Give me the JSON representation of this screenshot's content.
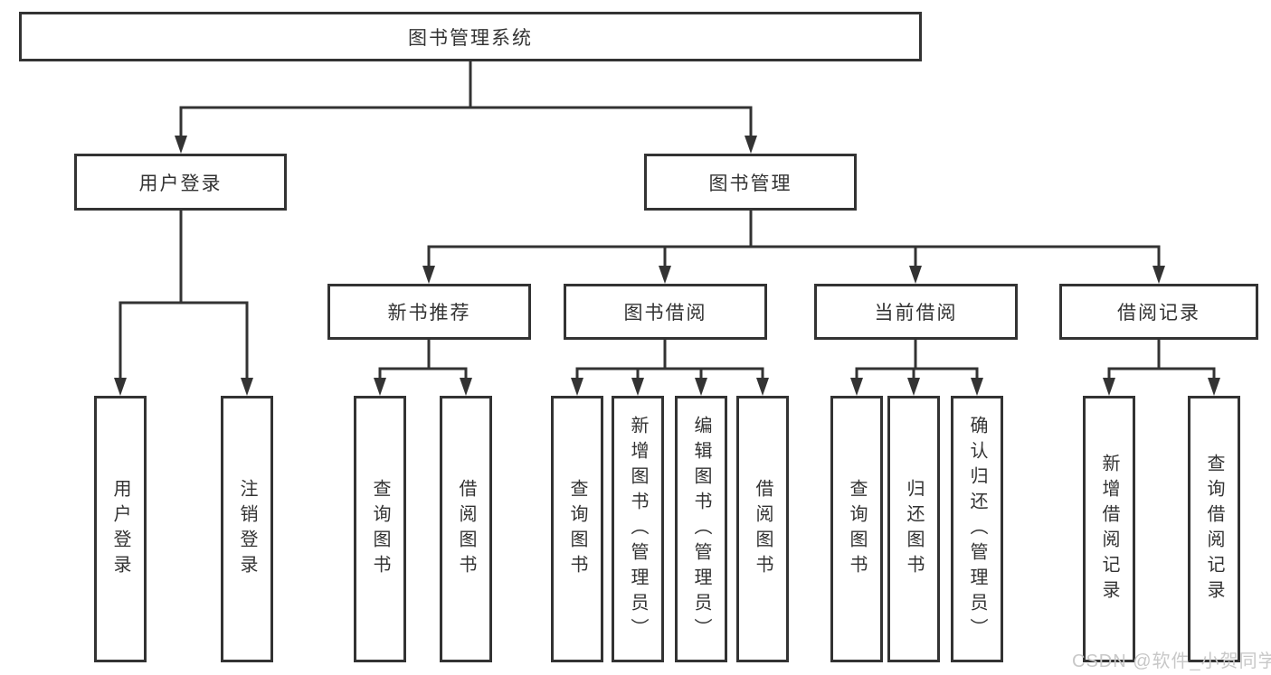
{
  "diagram_title": "图书管理系统",
  "colors": {
    "line": "#333333",
    "box_border": "#333333",
    "text": "#333333",
    "background": "#ffffff",
    "watermark": "#c8c8c8"
  },
  "watermark": {
    "text": "CSDN @软件_小贺同学"
  },
  "nodes": {
    "root": {
      "label": "图书管理系统"
    },
    "userLogin": {
      "label": "用户登录"
    },
    "bookMgmt": {
      "label": "图书管理"
    },
    "newBookRec": {
      "label": "新书推荐"
    },
    "bookBorrow": {
      "label": "图书借阅"
    },
    "currentBorrow": {
      "label": "当前借阅"
    },
    "borrowRecords": {
      "label": "借阅记录"
    },
    "leafUserLogin": {
      "label": "用户登录"
    },
    "leafLogout": {
      "label": "注销登录"
    },
    "leafQueryBooks1": {
      "label": "查询图书"
    },
    "leafBorrowBooks1": {
      "label": "借阅图书"
    },
    "leafQueryBooks2": {
      "label": "查询图书"
    },
    "leafAddBook": {
      "label": "新增图书（管理员）"
    },
    "leafEditBook": {
      "label": "编辑图书（管理员）"
    },
    "leafBorrowBooks2": {
      "label": "借阅图书"
    },
    "leafQueryBooks3": {
      "label": "查询图书"
    },
    "leafReturnBook": {
      "label": "归还图书"
    },
    "leafConfirmReturn": {
      "label": "确认归还（管理员）"
    },
    "leafAddBorrowRecord": {
      "label": "新增借阅记录"
    },
    "leafQueryBorrowRecord": {
      "label": "查询借阅记录"
    }
  },
  "edges": [
    {
      "from": "图书管理系统",
      "to": [
        "用户登录",
        "图书管理"
      ]
    },
    {
      "from": "用户登录",
      "to": [
        "用户登录",
        "注销登录"
      ]
    },
    {
      "from": "图书管理",
      "to": [
        "新书推荐",
        "图书借阅",
        "当前借阅",
        "借阅记录"
      ]
    },
    {
      "from": "新书推荐",
      "to": [
        "查询图书",
        "借阅图书"
      ]
    },
    {
      "from": "图书借阅",
      "to": [
        "查询图书",
        "新增图书（管理员）",
        "编辑图书（管理员）",
        "借阅图书"
      ]
    },
    {
      "from": "当前借阅",
      "to": [
        "查询图书",
        "归还图书",
        "确认归还（管理员）"
      ]
    },
    {
      "from": "借阅记录",
      "to": [
        "新增借阅记录",
        "查询借阅记录"
      ]
    }
  ]
}
